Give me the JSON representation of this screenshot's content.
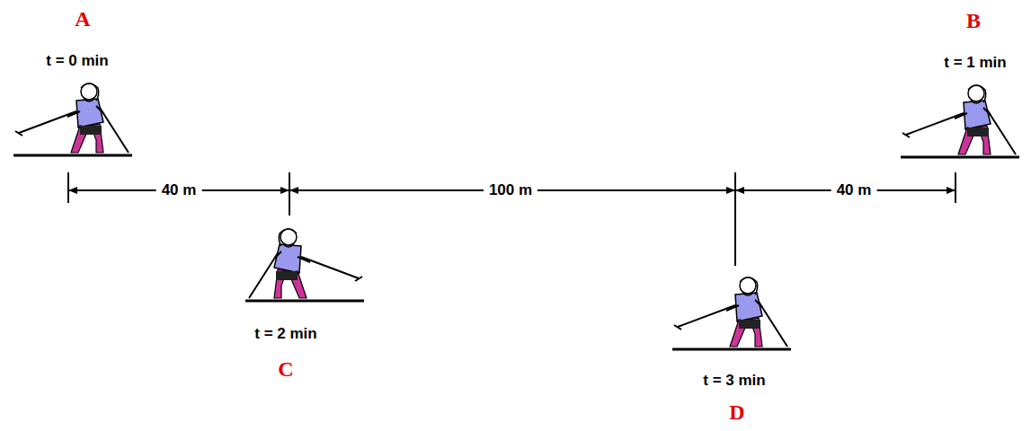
{
  "diagram": {
    "labels": [
      "A",
      "t = 0 min",
      "B",
      "t = 1 min",
      "40 m",
      "100 m",
      "40 m",
      "t = 2 min",
      "C",
      "t = 3 min",
      "D"
    ]
  }
}
